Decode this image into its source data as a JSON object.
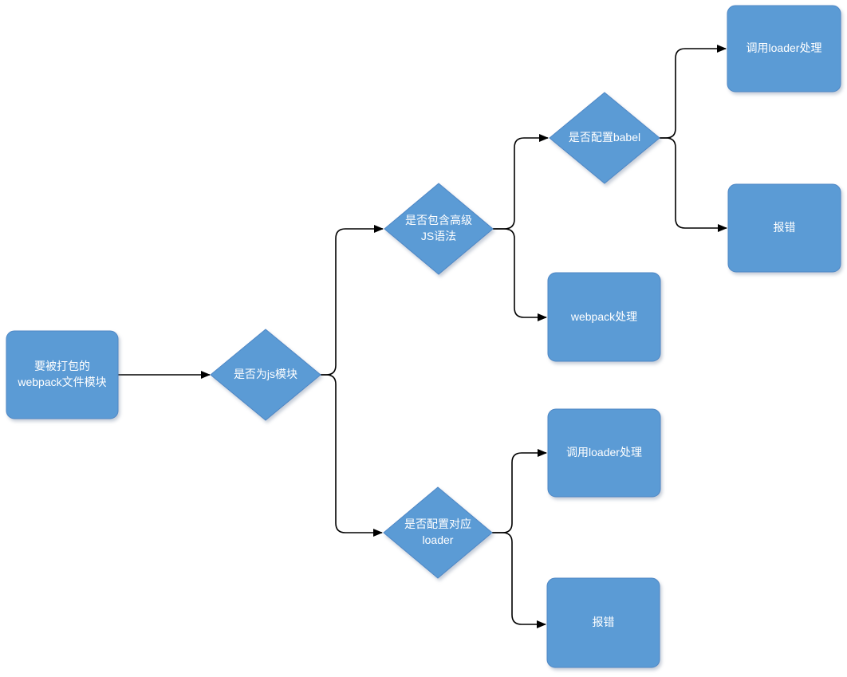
{
  "diagram": {
    "type": "flowchart",
    "background_color": "#ffffff",
    "colors": {
      "node_fill": "#5B9BD5",
      "node_stroke": "#4f87c5",
      "node_text": "#ffffff",
      "connector": "#000000"
    },
    "nodes": [
      {
        "id": "start",
        "type": "rounded-rect",
        "label": "要被打包的\nwebpack文件模块"
      },
      {
        "id": "is-js-module",
        "type": "diamond",
        "label": "是否为js模块"
      },
      {
        "id": "has-advanced-js",
        "type": "diamond",
        "label": "是否包含高级\nJS语法"
      },
      {
        "id": "babel-configured",
        "type": "diamond",
        "label": "是否配置babel"
      },
      {
        "id": "call-loader-top",
        "type": "rounded-rect",
        "label": "调用loader处理"
      },
      {
        "id": "error-top",
        "type": "rounded-rect",
        "label": "报错"
      },
      {
        "id": "webpack-handle",
        "type": "rounded-rect",
        "label": "webpack处理"
      },
      {
        "id": "loader-configured",
        "type": "diamond",
        "label": "是否配置对应\nloader"
      },
      {
        "id": "call-loader-bottom",
        "type": "rounded-rect",
        "label": "调用loader处理"
      },
      {
        "id": "error-bottom",
        "type": "rounded-rect",
        "label": "报错"
      }
    ],
    "edges": [
      {
        "from": "start",
        "to": "is-js-module"
      },
      {
        "from": "is-js-module",
        "to": "has-advanced-js"
      },
      {
        "from": "is-js-module",
        "to": "loader-configured"
      },
      {
        "from": "has-advanced-js",
        "to": "babel-configured"
      },
      {
        "from": "has-advanced-js",
        "to": "webpack-handle"
      },
      {
        "from": "babel-configured",
        "to": "call-loader-top"
      },
      {
        "from": "babel-configured",
        "to": "error-top"
      },
      {
        "from": "loader-configured",
        "to": "call-loader-bottom"
      },
      {
        "from": "loader-configured",
        "to": "error-bottom"
      }
    ]
  }
}
